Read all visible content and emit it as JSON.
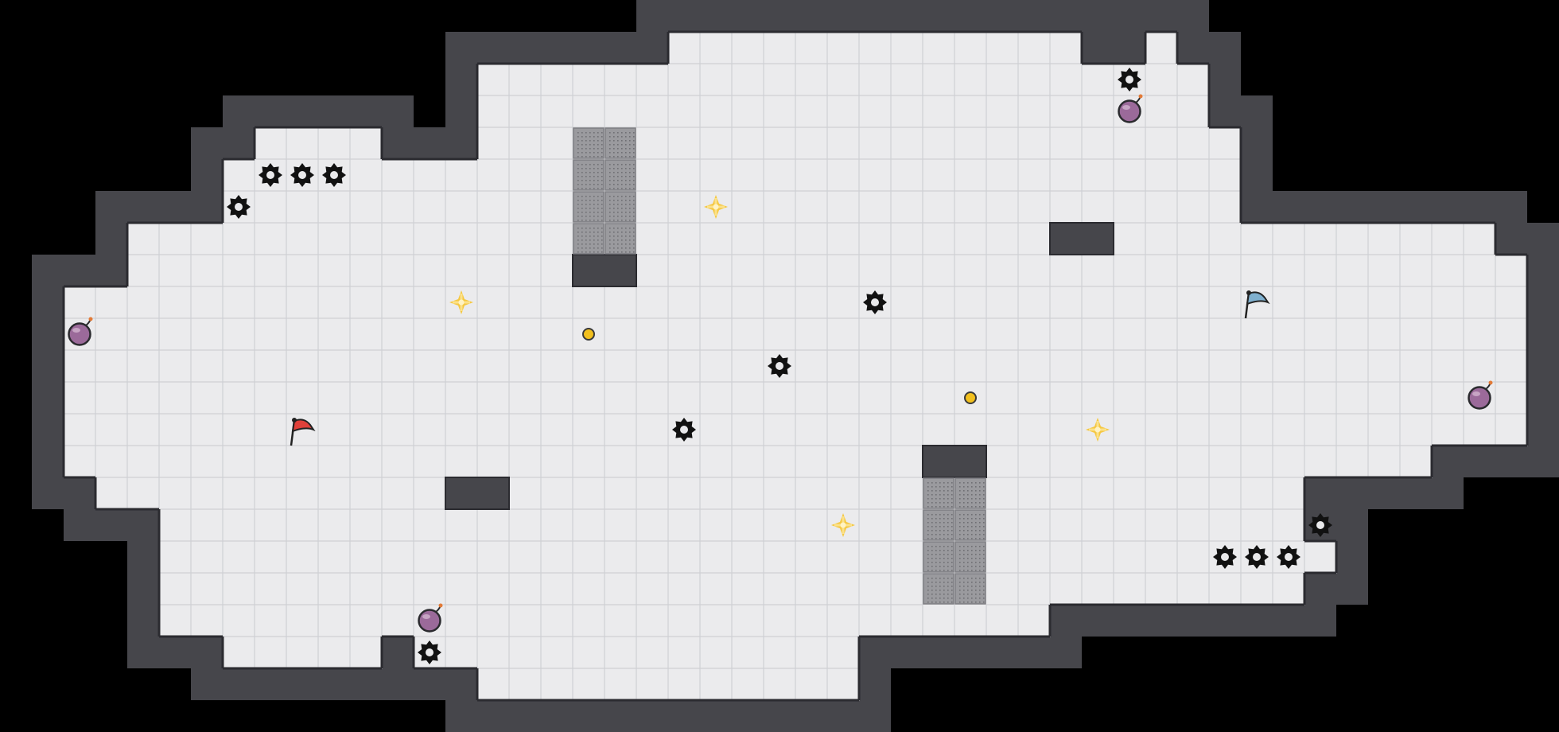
{
  "level": {
    "grid": {
      "cols": 49,
      "rows": 23
    },
    "colors": {
      "background": "#000000",
      "floor": "#ebebed",
      "floor_grid": "#cfd0d4",
      "wall": "#46464b",
      "wall_edge": "#2b2b30",
      "grate": "#9a9a9e",
      "coin": "#f2c01e",
      "sparkle": "#f5c842",
      "bomb": "#9b6a9a",
      "red_flag": "#e0403a",
      "blue_flag": "#7fb0cf"
    },
    "open_cells": [
      [
        21,
        1,
        33
      ],
      [
        36,
        1,
        36
      ],
      [
        15,
        2,
        37
      ],
      [
        15,
        3,
        37
      ],
      [
        8,
        4,
        11
      ],
      [
        15,
        4,
        38
      ],
      [
        7,
        5,
        38
      ],
      [
        7,
        6,
        38
      ],
      [
        4,
        7,
        46
      ],
      [
        4,
        8,
        47
      ],
      [
        2,
        9,
        47
      ],
      [
        2,
        10,
        47
      ],
      [
        2,
        11,
        47
      ],
      [
        2,
        12,
        47
      ],
      [
        2,
        13,
        47
      ],
      [
        2,
        14,
        44
      ],
      [
        3,
        15,
        40
      ],
      [
        5,
        16,
        40
      ],
      [
        5,
        17,
        37
      ],
      [
        38,
        17,
        41
      ],
      [
        5,
        18,
        40
      ],
      [
        5,
        19,
        32
      ],
      [
        7,
        20,
        11
      ],
      [
        13,
        20,
        26
      ],
      [
        15,
        21,
        26
      ]
    ],
    "wall_blocks": [
      [
        18,
        8,
        19,
        8
      ],
      [
        33,
        7,
        34,
        7
      ],
      [
        29,
        14,
        30,
        14
      ],
      [
        14,
        15,
        15,
        15
      ]
    ],
    "grates": [
      [
        18,
        4,
        19,
        7
      ],
      [
        29,
        15,
        30,
        18
      ]
    ],
    "sawblades": [
      [
        8,
        5
      ],
      [
        9,
        5
      ],
      [
        10,
        5
      ],
      [
        7,
        6
      ],
      [
        35,
        2
      ],
      [
        27,
        9
      ],
      [
        24,
        11
      ],
      [
        21,
        13
      ],
      [
        41,
        16
      ],
      [
        38,
        17
      ],
      [
        39,
        17
      ],
      [
        40,
        17
      ],
      [
        13,
        20
      ]
    ],
    "bombs": [
      [
        2,
        10
      ],
      [
        35,
        3
      ],
      [
        46,
        12
      ],
      [
        13,
        19
      ]
    ],
    "coins": [
      [
        18,
        10
      ],
      [
        30,
        12
      ]
    ],
    "sparkles": [
      [
        14,
        9
      ],
      [
        22,
        6
      ],
      [
        34,
        13
      ],
      [
        26,
        16
      ]
    ],
    "red_flag": [
      9,
      13
    ],
    "blue_flag": [
      39,
      9
    ]
  }
}
